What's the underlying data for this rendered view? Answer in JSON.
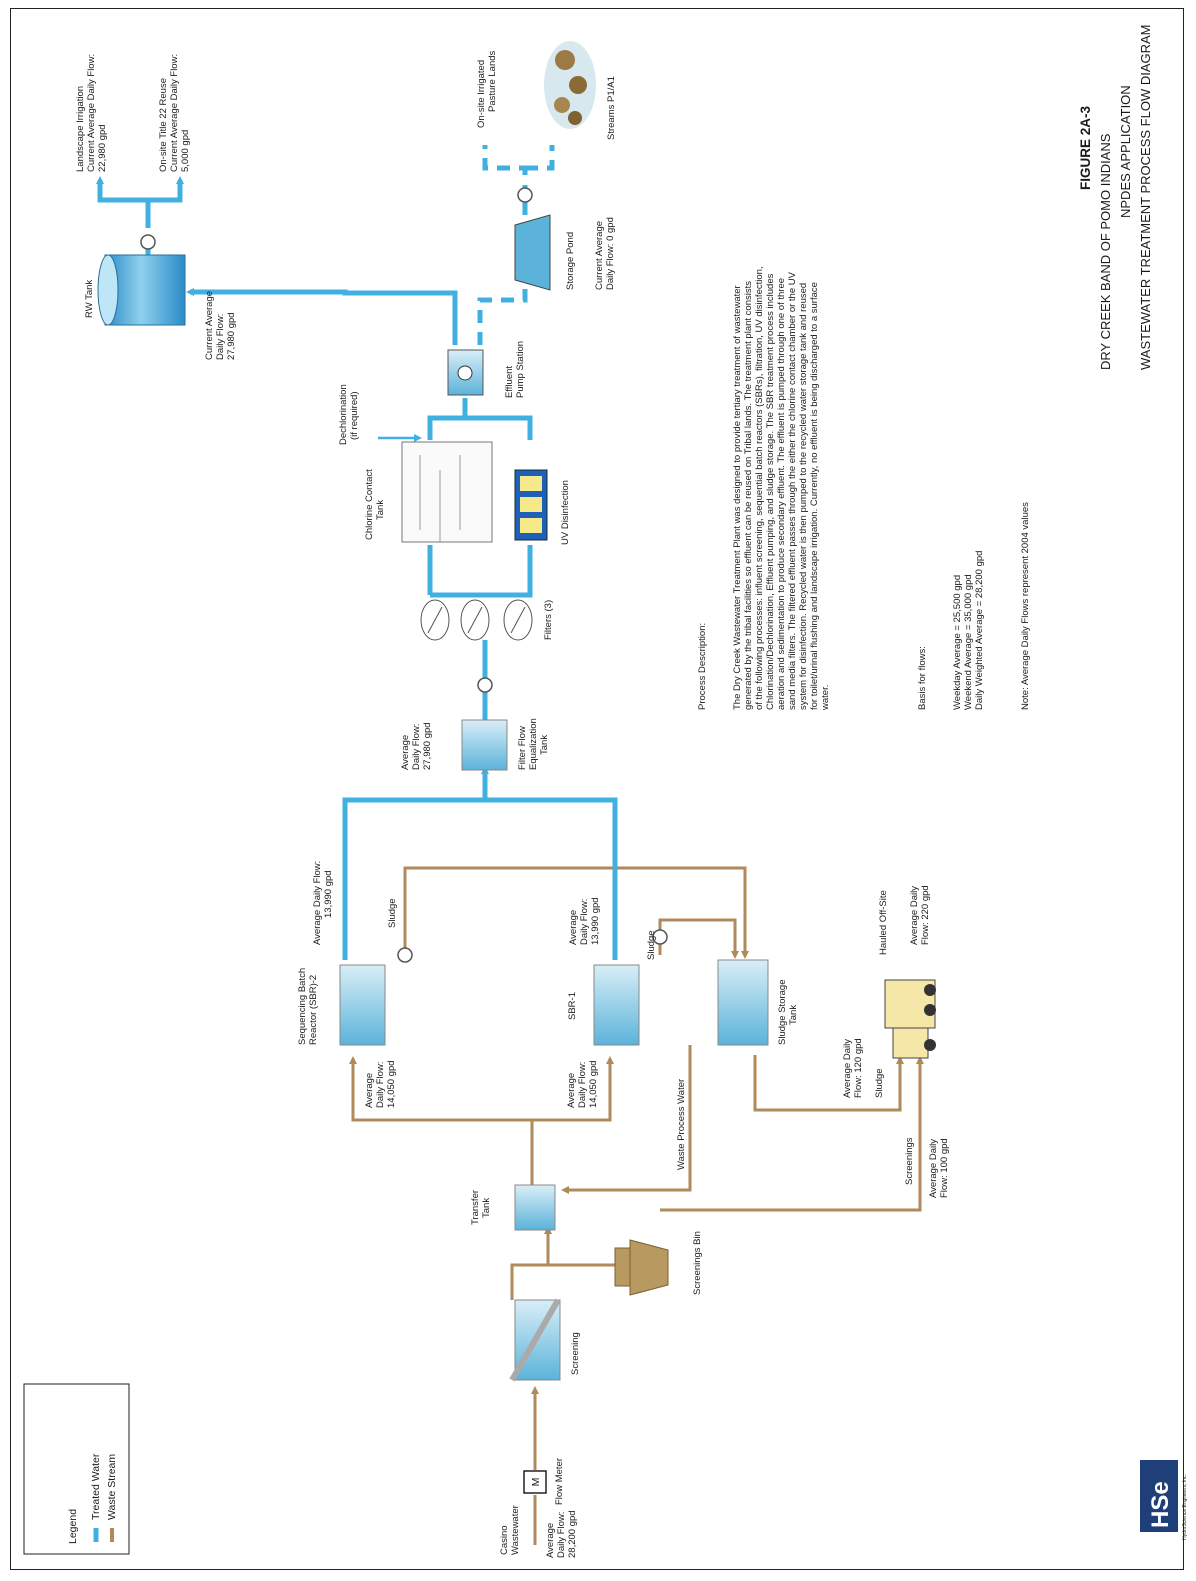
{
  "legend": {
    "title": "Legend",
    "items": [
      {
        "label": "Treated Water",
        "color": "#3fb0e0"
      },
      {
        "label": "Waste Stream",
        "color": "#b08a5a"
      }
    ]
  },
  "figure": {
    "number": "FIGURE 2A-3",
    "line1": "DRY CREEK BAND OF POMO INDIANS",
    "line2": "NPDES APPLICATION",
    "line3": "WASTEWATER TREATMENT PROCESS FLOW DIAGRAM"
  },
  "nodes": {
    "casino": {
      "l1": "Casino",
      "l2": "Wastewater",
      "f1": "Average",
      "f2": "Daily Flow:",
      "f3": "28,200 gpd"
    },
    "flow_meter": {
      "label": "Flow Meter",
      "symbol": "M"
    },
    "screening": {
      "label": "Screening"
    },
    "screenings_bin": {
      "label": "Screenings Bin"
    },
    "transfer_tank": {
      "l1": "Transfer",
      "l2": "Tank"
    },
    "sbr2": {
      "l1": "Sequencing Batch",
      "l2": "Reactor (SBR)-2"
    },
    "sbr1": {
      "label": "SBR-1"
    },
    "sludge_tank": {
      "l1": "Sludge Storage",
      "l2": "Tank"
    },
    "truck": {
      "label": "Hauled Off-Site",
      "f1": "Average Daily",
      "f2": "Flow: 220 gpd"
    },
    "filter_eq": {
      "l1": "Filter Flow",
      "l2": "Equalization",
      "l3": "Tank"
    },
    "filters": {
      "label": "Filters (3)"
    },
    "chlorine": {
      "l1": "Chlorine Contact",
      "l2": "Tank"
    },
    "uv": {
      "label": "UV Disinfection"
    },
    "dechlor": {
      "l1": "Dechlorination",
      "l2": "(if required)"
    },
    "effluent_pump": {
      "l1": "Effluent",
      "l2": "Pump Station"
    },
    "rw_tank": {
      "label": "RW Tank"
    },
    "storage_pond": {
      "label": "Storage Pond",
      "f1": "Current Average",
      "f2": "Daily Flow: 0 gpd"
    },
    "pasture": {
      "l1": "On-site Irrigated",
      "l2": "Pasture Lands"
    },
    "streams": {
      "label": "Streams P1/A1"
    },
    "landscape": {
      "l1": "Landscape Irrigation",
      "l2": "Current Average Daily Flow:",
      "l3": "22,980 gpd"
    },
    "reuse": {
      "l1": "On-site Title 22 Reuse",
      "l2": "Current Average Daily Flow:",
      "l3": "5,000 gpd"
    }
  },
  "flow_labels": {
    "sbr2_in": {
      "l1": "Average",
      "l2": "Daily Flow:",
      "l3": "14,050 gpd"
    },
    "sbr1_in": {
      "l1": "Average",
      "l2": "Daily Flow:",
      "l3": "14,050 gpd"
    },
    "sbr2_out": {
      "l1": "Average Daily Flow:",
      "l2": "13,990 gpd"
    },
    "sbr1_out": {
      "l1": "Average",
      "l2": "Daily Flow:",
      "l3": "13,990 gpd"
    },
    "sludge_a": "Sludge",
    "sludge_b": "Sludge",
    "waste_process": "Waste Process Water",
    "sludge_out": {
      "l1": "Average Daily",
      "l2": "Flow: 120 gpd",
      "l3": "Sludge"
    },
    "screenings": {
      "l1": "Screenings",
      "l2": "Average Daily",
      "l3": "Flow: 100 gpd"
    },
    "filter_in": {
      "l1": "Average",
      "l2": "Daily Flow:",
      "l3": "27,980 gpd"
    },
    "rw_in": {
      "l1": "Current Average",
      "l2": "Daily Flow:",
      "l3": "27,980 gpd"
    }
  },
  "description": {
    "heading": "Process Description:",
    "lines": [
      "The Dry Creek Wastewater Treatment Plant was designed to provide tertiary treatment of wastewater",
      "generated by the tribal facilities so effluent can be reused on Tribal lands.  The treatment plant consists",
      "of the following processes: influent screening, sequential batch reactors (SBRs), filtration, UV disinfection,",
      "Chlorination/Dechlorination, Effluent pumping, and sludge storage.  The SBR treatment process includes",
      "aeration and sedimentation to produce secondary effluent.  The effluent is pumped through one of three",
      "sand media filters.  The filtered effluent passes through the either the chlorine contact chamber or the UV",
      "system for disinfection.  Recycled water is then pumped to the recycled water storage tank and reused",
      "for toilet/urinal flushing and landscape irrigation.  Currently, no effluent is being discharged to a surface",
      "water."
    ]
  },
  "basis": {
    "heading": "Basis for flows:",
    "lines": [
      "Weekday Average = 25,500 gpd",
      "Weekend Average = 35,000 gpd",
      "Daily Weighted Average = 28,200 gpd"
    ]
  },
  "note": "Note:  Average Daily Flows represent 2004 values",
  "logo": {
    "text": "HSe",
    "company": "HydroScience Engineers, Inc."
  }
}
